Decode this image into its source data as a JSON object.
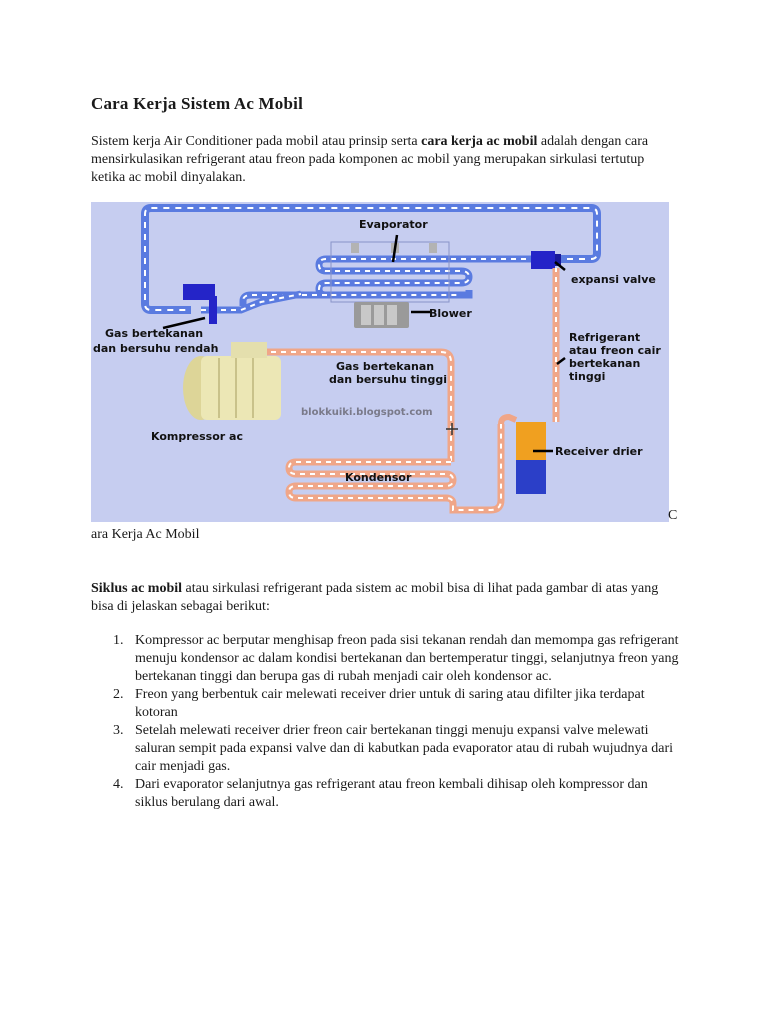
{
  "article": {
    "title": "Cara Kerja Sistem Ac Mobil",
    "intro": {
      "before": "Sistem kerja Air Conditioner pada mobil atau prinsip serta ",
      "bold": "cara kerja ac mobil",
      "after": " adalah dengan cara mensirkulasikan refrigerant atau freon pada komponen ac mobil yang merupakan sirkulasi tertutup ketika ac mobil dinyalakan."
    },
    "figure_trailing_letter": "C",
    "caption": "ara Kerja Ac Mobil",
    "cycle_para": {
      "bold": "Siklus ac mobil",
      "after": " atau sirkulasi refrigerant pada sistem ac mobil bisa di lihat pada gambar di atas yang bisa di jelaskan sebagai berikut:"
    },
    "steps": [
      {
        "num": "1.",
        "text": "Kompressor ac berputar menghisap freon pada sisi tekanan rendah dan memompa gas refrigerant menuju kondensor ac dalam kondisi bertekanan dan bertemperatur tinggi, selanjutnya freon yang bertekanan tinggi dan berupa gas di rubah menjadi cair oleh kondensor ac."
      },
      {
        "num": "2.",
        "text": "Freon yang berbentuk cair melewati receiver drier untuk di saring atau difilter jika terdapat kotoran"
      },
      {
        "num": "3.",
        "text": "Setelah melewati receiver drier freon cair bertekanan tinggi menuju expansi valve melewati saluran sempit pada expansi valve dan di kabutkan  pada evaporator atau di rubah wujudnya dari cair menjadi gas."
      },
      {
        "num": "4.",
        "text": "Dari evaporator selanjutnya gas refrigerant atau freon kembali dihisap oleh kompressor dan siklus berulang dari awal."
      }
    ]
  },
  "diagram": {
    "labels": {
      "evaporator": "Evaporator",
      "expansion_valve": "expansi valve",
      "blower": "Blower",
      "low_gas_1": "Gas bertekanan",
      "low_gas_2": "dan bersuhu rendah",
      "refrig_1": "Refrigerant",
      "refrig_2": "atau freon cair",
      "refrig_3": "bertekanan",
      "refrig_4": "tinggi",
      "high_gas_1": "Gas bertekanan",
      "high_gas_2": "dan bersuhu tinggi",
      "watermark": "blokkuiki.blogspot.com",
      "compressor": "Kompressor ac",
      "receiver": "Receiver drier",
      "condenser": "Kondensor"
    },
    "colors": {
      "background": "#c6cdf0",
      "low_pressure_line": "#5a7be0",
      "high_pressure_line": "#f0a688",
      "stripe": "#ffffff",
      "valve": "#2424c8",
      "receiver_top": "#f0a020",
      "receiver_bottom": "#2b3fc8",
      "compressor": "#ece7b5",
      "blower": "#9a9a9a"
    }
  }
}
